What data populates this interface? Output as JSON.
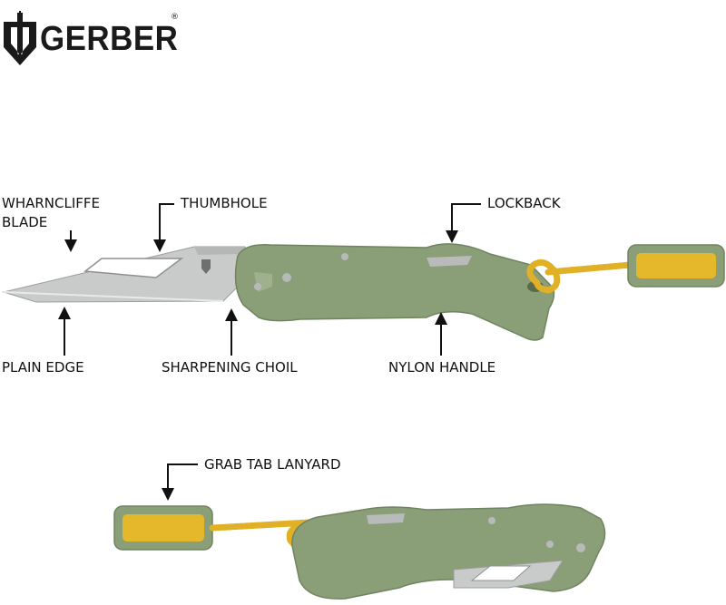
{
  "brand": {
    "name": "GERBER",
    "mark": "®"
  },
  "callouts": {
    "wharncliffe_line1": "WHARNCLIFFE",
    "wharncliffe_line2": "BLADE",
    "thumbhole": "THUMBHOLE",
    "lockback": "LOCKBACK",
    "plain_edge": "PLAIN EDGE",
    "sharpening_choil": "SHARPENING CHOIL",
    "nylon_handle": "NYLON HANDLE",
    "grab_tab_lanyard": "GRAB TAB LANYARD"
  },
  "colors": {
    "handle": "#8a9e78",
    "handle_dark": "#6f8460",
    "blade": "#c9cbca",
    "lanyard": "#e0b126",
    "tab": "#e4b82a",
    "text": "#111111"
  }
}
